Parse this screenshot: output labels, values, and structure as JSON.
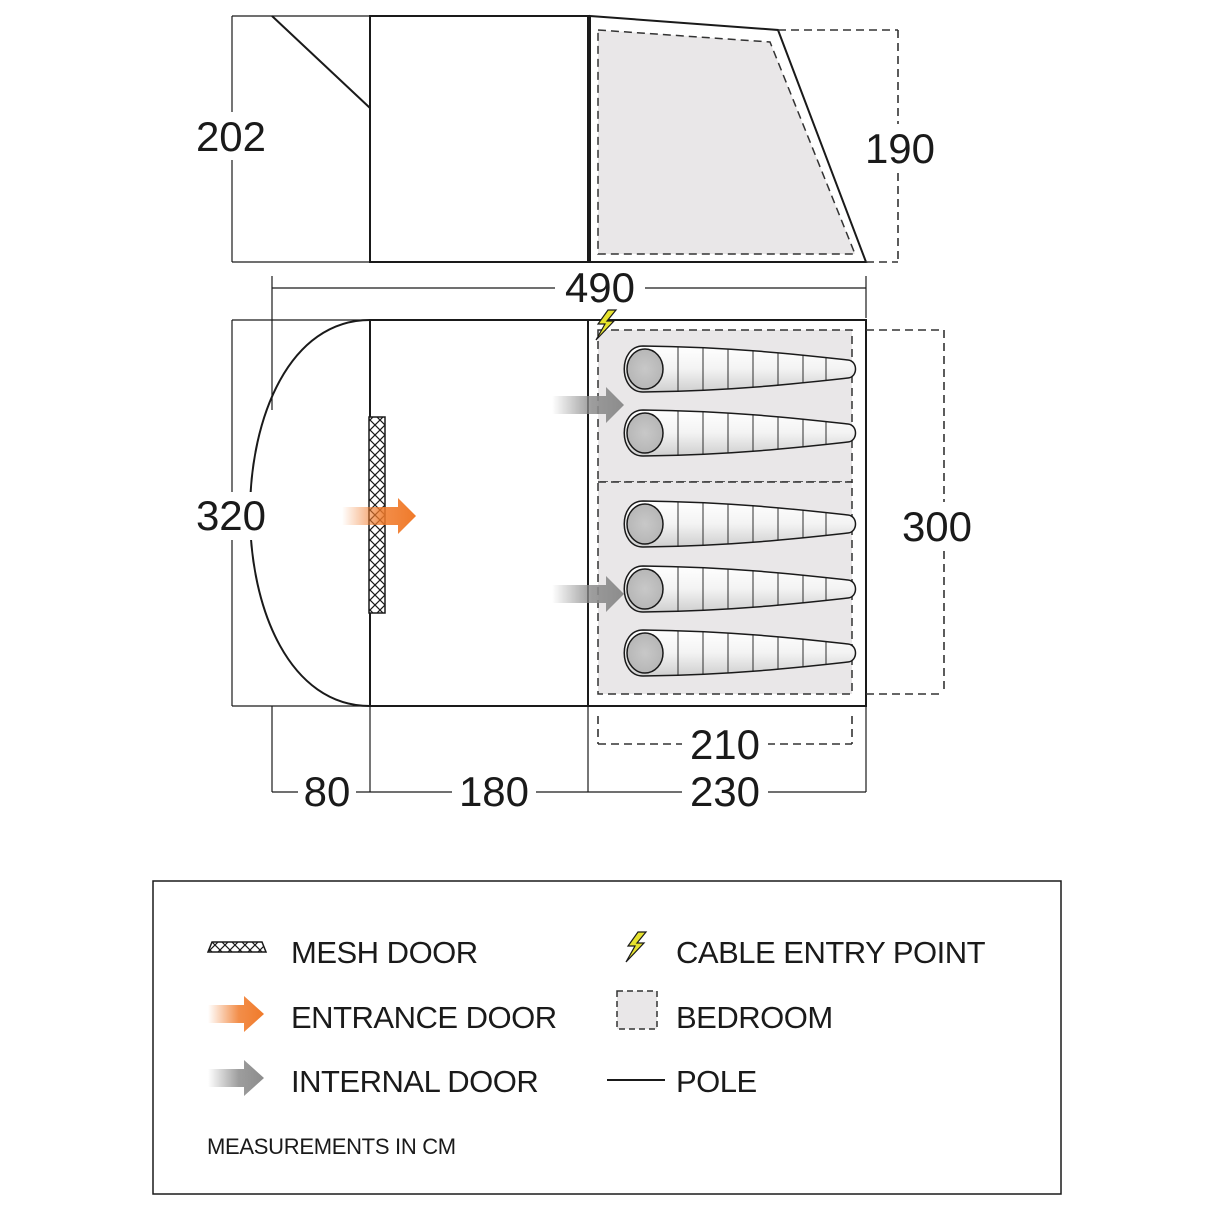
{
  "dimensions": {
    "height_main": "202",
    "height_bedroom": "190",
    "length_total": "490",
    "width_total": "320",
    "width_bedroom": "300",
    "bedroom_inner_length": "210",
    "porch_length": "80",
    "living_length": "180",
    "bedroom_length": "230"
  },
  "legend": {
    "mesh_door": "MESH DOOR",
    "entrance_door": "ENTRANCE DOOR",
    "internal_door": "INTERNAL DOOR",
    "cable_entry_point": "CABLE ENTRY POINT",
    "bedroom": "BEDROOM",
    "pole": "POLE",
    "units_note": "MEASUREMENTS IN CM"
  },
  "colors": {
    "entrance_arrow": "#f07a2a",
    "internal_arrow": "#8c8c8c",
    "bedroom_fill": "#e9e7e8",
    "cable_bolt": "#e6e22e",
    "outline": "#1a1a1a"
  },
  "icons": [
    "mesh-door-icon",
    "entrance-door-arrow-icon",
    "internal-door-arrow-icon",
    "cable-entry-bolt-icon",
    "bedroom-icon",
    "pole-icon"
  ],
  "sleeping_bags": 5
}
